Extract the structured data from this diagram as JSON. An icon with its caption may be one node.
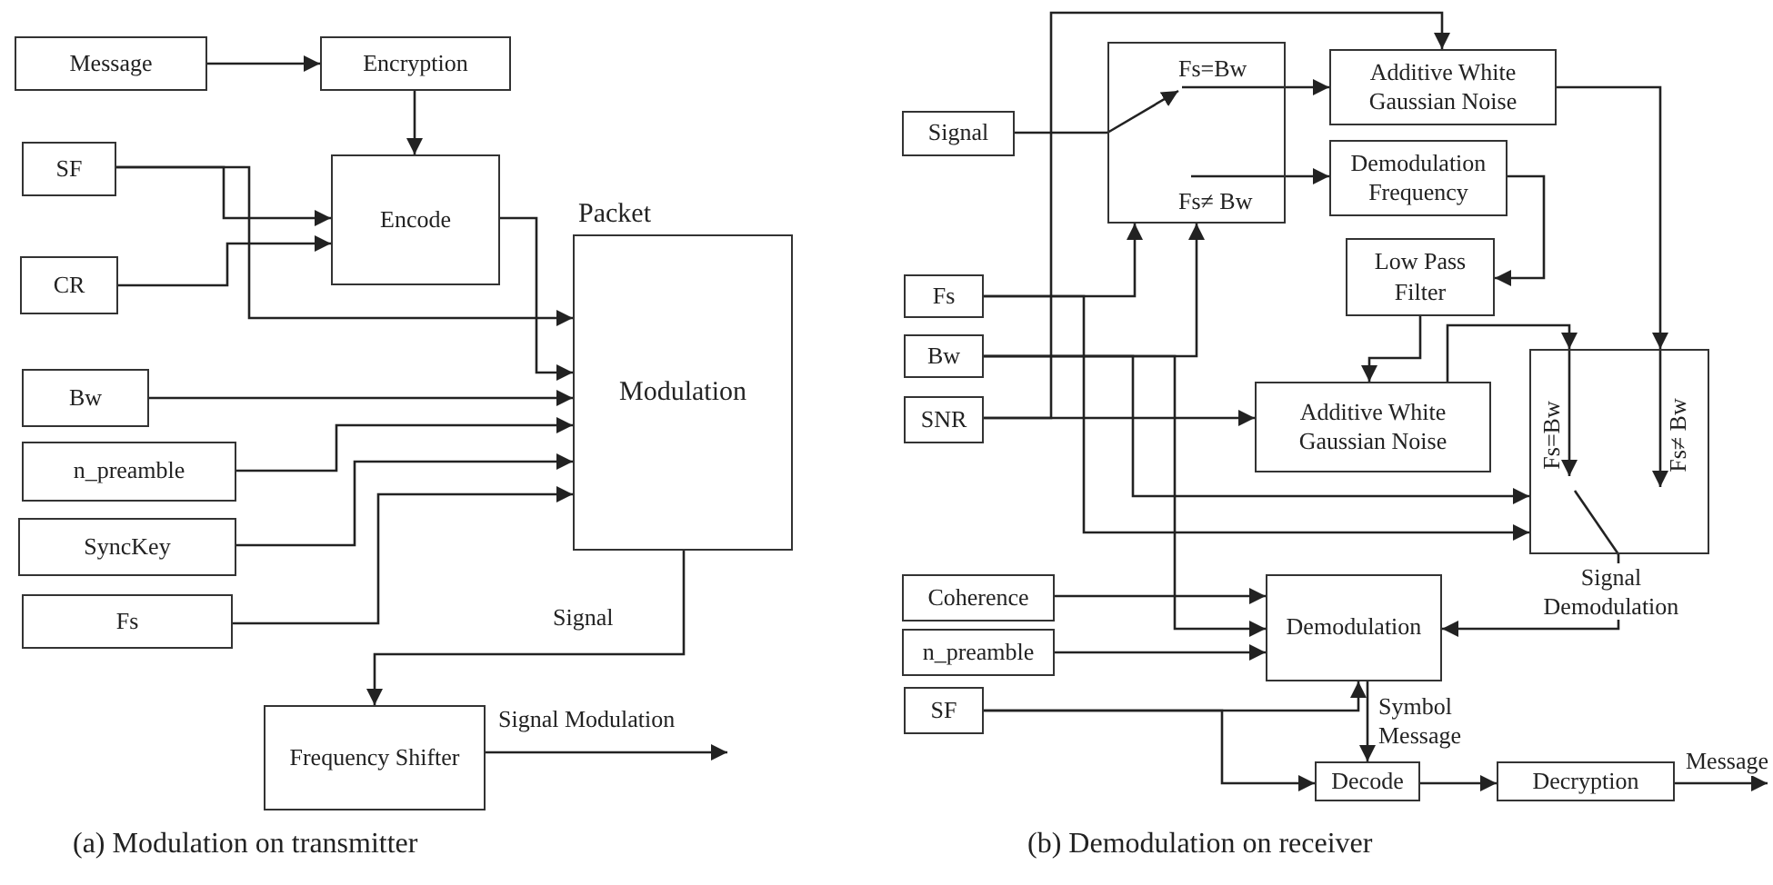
{
  "diagram": {
    "nodes": [
      {
        "text": [
          "Message"
        ]
      },
      {
        "text": [
          "Encryption"
        ]
      },
      {
        "text": [
          "SF"
        ]
      },
      {
        "text": [
          "CR"
        ]
      },
      {
        "text": [
          "Encode"
        ]
      },
      {
        "text": [
          "Packet",
          "Modulation"
        ]
      },
      {
        "text": [
          "Bw"
        ]
      },
      {
        "text": [
          "n_preamble"
        ]
      },
      {
        "text": [
          "SyncKey"
        ]
      },
      {
        "text": [
          "Fs"
        ]
      },
      {
        "text": [
          "Frequency Shifter"
        ]
      },
      {
        "text": [
          "Signal"
        ]
      },
      {
        "text": [
          "Fs=Bw",
          "Fs≠ Bw"
        ]
      },
      {
        "text": [
          "Additive White Gaussian Noise"
        ]
      },
      {
        "text": [
          "Demodulation Frequency"
        ]
      },
      {
        "text": [
          "Low Pass Filter"
        ]
      },
      {
        "text": [
          "Fs"
        ]
      },
      {
        "text": [
          "Bw"
        ]
      },
      {
        "text": [
          "SNR"
        ]
      },
      {
        "text": [
          "Additive White Gaussian Noise"
        ]
      },
      {
        "text": [
          "Fs=Bw",
          "Fs≠ Bw"
        ]
      },
      {
        "text": [
          "Coherence"
        ]
      },
      {
        "text": [
          "n_preamble"
        ]
      },
      {
        "text": [
          "SF"
        ]
      },
      {
        "text": [
          "Demodulation"
        ]
      },
      {
        "text": [
          "Decode"
        ]
      },
      {
        "text": [
          "Decryption"
        ]
      }
    ],
    "edges": [
      {
        "from": 0,
        "to": 1,
        "arrow": "to"
      },
      {
        "from": 1,
        "to": 4,
        "arrow": "to"
      },
      {
        "from": 2,
        "to": 4,
        "arrow": "to"
      },
      {
        "from": 2,
        "to": 5,
        "arrow": "to"
      },
      {
        "from": 3,
        "to": 4,
        "arrow": "to"
      },
      {
        "from": 4,
        "to": 5,
        "arrow": "to"
      },
      {
        "from": 6,
        "to": 5,
        "arrow": "to"
      },
      {
        "from": 7,
        "to": 5,
        "arrow": "to"
      },
      {
        "from": 8,
        "to": 5,
        "arrow": "to"
      },
      {
        "from": 9,
        "to": 5,
        "arrow": "to"
      },
      {
        "from": 5,
        "to": 10,
        "arrow": "to",
        "label": "Signal"
      },
      {
        "from": 10,
        "to": null,
        "arrow": "to",
        "label": "Signal Modulation"
      },
      {
        "from": 11,
        "to": 12,
        "arrow": "none"
      },
      {
        "from": 12,
        "to": 13,
        "arrow": "to"
      },
      {
        "from": 12,
        "to": 14,
        "arrow": "to"
      },
      {
        "from": 18,
        "to": 13,
        "arrow": "to"
      },
      {
        "from": 18,
        "to": 19,
        "arrow": "to"
      },
      {
        "from": 16,
        "to": 12,
        "arrow": "to"
      },
      {
        "from": 17,
        "to": 12,
        "arrow": "to"
      },
      {
        "from": 16,
        "to": 20,
        "arrow": "to"
      },
      {
        "from": 17,
        "to": 20,
        "arrow": "to"
      },
      {
        "from": 17,
        "to": 24,
        "arrow": "to"
      },
      {
        "from": 14,
        "to": 15,
        "arrow": "to"
      },
      {
        "from": 15,
        "to": 19,
        "arrow": "to"
      },
      {
        "from": 13,
        "to": 20,
        "arrow": "to"
      },
      {
        "from": 19,
        "to": 20,
        "arrow": "to"
      },
      {
        "from": 20,
        "to": 24,
        "arrow": "to",
        "label": "Signal Demodulation"
      },
      {
        "from": 21,
        "to": 24,
        "arrow": "to"
      },
      {
        "from": 22,
        "to": 24,
        "arrow": "to"
      },
      {
        "from": 23,
        "to": 24,
        "arrow": "to"
      },
      {
        "from": 23,
        "to": 25,
        "arrow": "to"
      },
      {
        "from": 24,
        "to": 25,
        "arrow": "to",
        "label": "Symbol Message"
      },
      {
        "from": 25,
        "to": 26,
        "arrow": "to"
      },
      {
        "from": 26,
        "to": null,
        "arrow": "to",
        "label": "Message"
      }
    ],
    "labels": [
      "(a) Modulation on transmitter",
      "(b) Demodulation on receiver"
    ]
  }
}
